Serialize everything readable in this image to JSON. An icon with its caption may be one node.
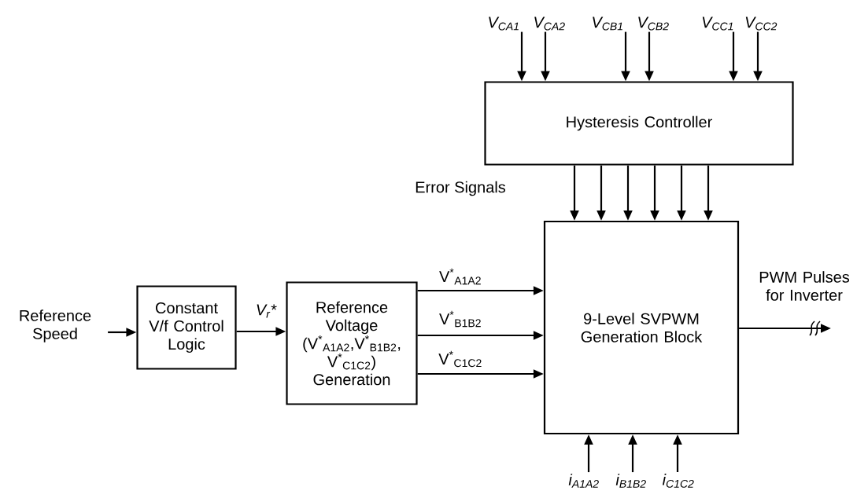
{
  "diagram": {
    "nodes": [
      {
        "text": [
          "Reference Speed"
        ]
      },
      {
        "text": [
          "Constant V/f Control Logic"
        ]
      },
      {
        "text": [
          "Reference Voltage (V$^{*}$$_{A1A2}$,V$^{*}$$_{B1B2}$, V$^{*}$$_{C1C2}$) Generation"
        ]
      },
      {
        "text": [
          "Hysteresis Controller"
        ]
      },
      {
        "text": [
          "9-Level SVPWM Generation Block"
        ]
      },
      {
        "text": [
          "V$_{CA1}$"
        ]
      },
      {
        "text": [
          "V$_{CA2}$"
        ]
      },
      {
        "text": [
          "V$_{CB1}$"
        ]
      },
      {
        "text": [
          "V$_{CB2}$"
        ]
      },
      {
        "text": [
          "V$_{CC1}$"
        ]
      },
      {
        "text": [
          "V$_{CC2}$"
        ]
      },
      {
        "text": [
          "i$_{A1A2}$"
        ]
      },
      {
        "text": [
          "i$_{B1B2}$"
        ]
      },
      {
        "text": [
          "i$_{C1C2}$"
        ]
      }
    ],
    "edges": [
      {
        "from": 0,
        "to": 1,
        "arrow": "to"
      },
      {
        "from": 1,
        "to": 2,
        "arrow": "to",
        "label": "V$_{r}$*"
      },
      {
        "from": 2,
        "to": 4,
        "arrow": "to",
        "label": "V$^{*}$$_{A1A2}$"
      },
      {
        "from": 2,
        "to": 4,
        "arrow": "to",
        "label": "V$^{*}$$_{B1B2}$"
      },
      {
        "from": 2,
        "to": 4,
        "arrow": "to",
        "label": "V$^{*}$$_{C1C2}$"
      },
      {
        "from": 5,
        "to": 3,
        "arrow": "to"
      },
      {
        "from": 6,
        "to": 3,
        "arrow": "to"
      },
      {
        "from": 7,
        "to": 3,
        "arrow": "to"
      },
      {
        "from": 8,
        "to": 3,
        "arrow": "to"
      },
      {
        "from": 9,
        "to": 3,
        "arrow": "to"
      },
      {
        "from": 10,
        "to": 3,
        "arrow": "to"
      },
      {
        "from": 3,
        "to": 4,
        "arrow": "to"
      },
      {
        "from": 3,
        "to": 4,
        "arrow": "to"
      },
      {
        "from": 3,
        "to": 4,
        "arrow": "to"
      },
      {
        "from": 3,
        "to": 4,
        "arrow": "to"
      },
      {
        "from": 3,
        "to": 4,
        "arrow": "to"
      },
      {
        "from": 3,
        "to": 4,
        "arrow": "to"
      },
      {
        "from": 11,
        "to": 4,
        "arrow": "to"
      },
      {
        "from": 12,
        "to": 4,
        "arrow": "to"
      },
      {
        "from": 13,
        "to": 4,
        "arrow": "to"
      },
      {
        "from": 4,
        "to": null,
        "arrow": "to",
        "label": "PWM Pulses for Inverter"
      }
    ],
    "labels": [
      "Error Signals"
    ]
  }
}
